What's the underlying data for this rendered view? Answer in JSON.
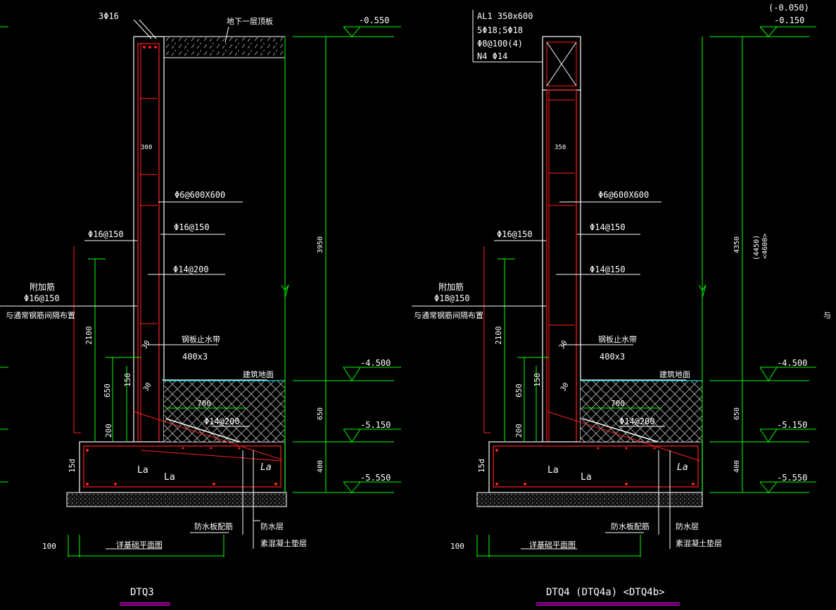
{
  "left": {
    "title": "DTQ3",
    "top_bars": "3Φ16",
    "slab_label": "地下一层顶板",
    "wall_thickness": "300",
    "tie_bars": "Φ6@600X600",
    "vert_inner": "Φ16@150",
    "vert_outer": "Φ16@150",
    "horiz_bars": "Φ14@200",
    "add_bar_title": "附加筋",
    "add_bar_spec": "Φ16@150",
    "add_bar_note": "与通常钢筋间隔布置",
    "waterstop": "钢板止水带",
    "waterstop_size": "400x3",
    "angle": "30",
    "ground_label": "建筑地面",
    "haunch_width": "700",
    "haunch_bar": "Φ14@200",
    "dim_2100": "2100",
    "dim_650a": "650",
    "dim_200": "200",
    "dim_150": "150",
    "dim_15d": "15d",
    "la1": "La",
    "la2": "La",
    "la3": "La",
    "elev_top": "-0.550",
    "elev_1": "-4.500",
    "elev_2": "-5.150",
    "elev_3": "-5.550",
    "vdim_total": "3950",
    "vdim_650": "650",
    "vdim_400": "400",
    "waterproof_conc": "防水板配筋",
    "waterproof_layer": "防水层",
    "cushion": "素混凝土垫层",
    "bottom_dim": "100",
    "plan_ref": "详基础平面图"
  },
  "right": {
    "title": "DTQ4 (DTQ4a) <DTQ4b>",
    "beam_1": "AL1 350x600",
    "beam_2": "5Φ18;5Φ18",
    "beam_3": "Φ8@100(4)",
    "beam_4": "N4 Φ14",
    "wall_thickness": "350",
    "tie_bars": "Φ6@600X600",
    "vert_inner": "Φ16@150",
    "vert_outer": "Φ14@150",
    "horiz_bars": "Φ14@150",
    "add_bar_title": "附加筋",
    "add_bar_spec": "Φ18@150",
    "add_bar_note": "与通常钢筋间隔布置",
    "waterstop": "钢板止水带",
    "waterstop_size": "400x3",
    "angle": "30",
    "ground_label": "建筑地面",
    "haunch_width": "700",
    "haunch_bar": "Φ14@200",
    "dim_2100": "2100",
    "dim_650a": "650",
    "dim_200": "200",
    "dim_150": "150",
    "dim_15d": "15d",
    "la1": "La",
    "la2": "La",
    "la3": "La",
    "elev_paren": "(-0.050)",
    "elev_top": "-0.150",
    "elev_1": "-4.500",
    "elev_2": "-5.150",
    "elev_3": "-5.550",
    "vdim_total": "4350",
    "vdim_alt1": "(4450)",
    "vdim_alt2": "<4600>",
    "vdim_650": "650",
    "vdim_400": "400",
    "waterproof_conc": "防水板配筋",
    "waterproof_layer": "防水层",
    "cushion": "素混凝土垫层",
    "bottom_dim": "100",
    "plan_ref": "详基础平面图"
  },
  "edge_text": "与"
}
